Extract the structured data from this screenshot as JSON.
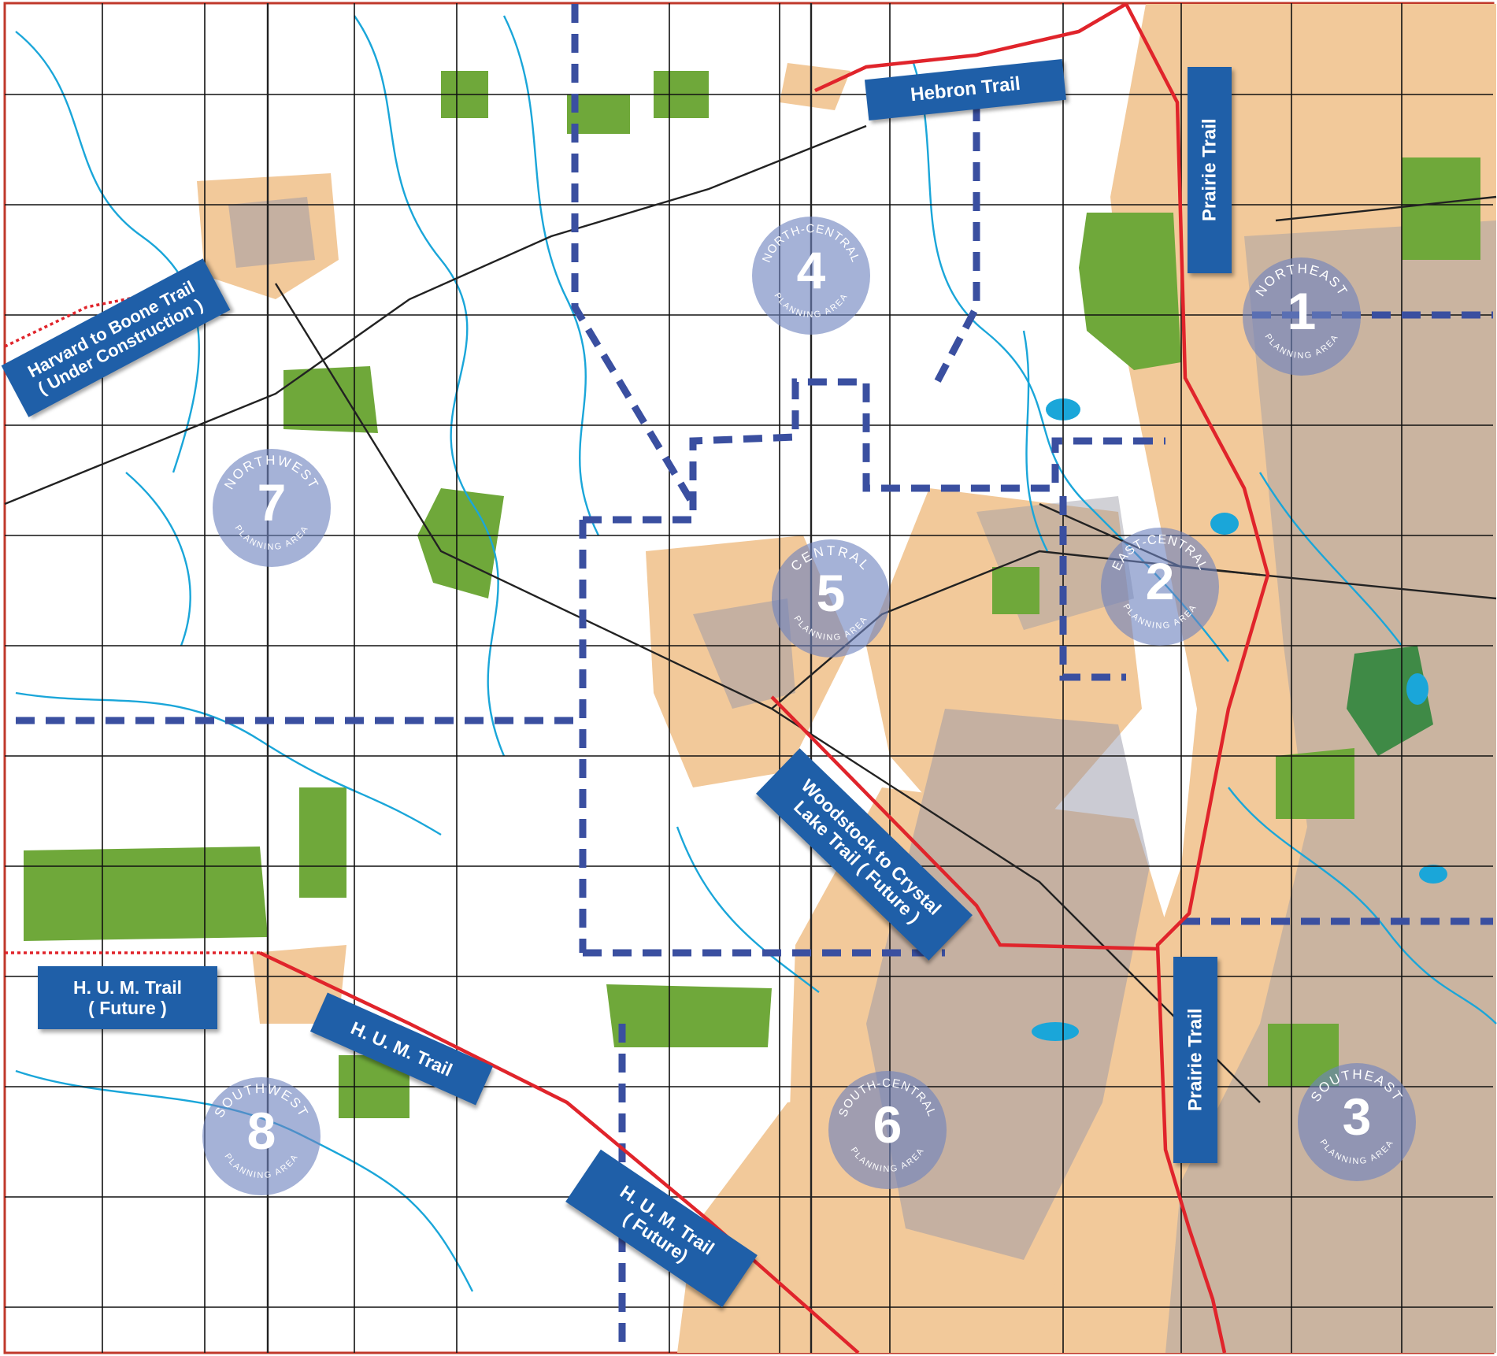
{
  "colors": {
    "background": "#ffffff",
    "county_border": "#c0392b",
    "trail_existing": "#e0242b",
    "planning_area_boundary": "#3a4fa0",
    "urban_area": "#f2c99a",
    "developed": "#9a9aa8",
    "open_space": "#6fa83a",
    "forest": "#3f8a46",
    "water": "#1aa6d9",
    "road": "#111111",
    "label_fill": "#1f5fa8",
    "planning_circle": "#7a8cc4"
  },
  "trails": {
    "hebron": "Hebron Trail",
    "prairie_north": "Prairie Trail",
    "prairie_south": "Prairie Trail",
    "harvard_line1": "Harvard to Boone Trail",
    "harvard_line2": "( Under Construction )",
    "woodstock_line1": "Woodstock to Crystal",
    "woodstock_line2": "Lake Trail ( Future )",
    "hum_west_line1": "H. U. M. Trail",
    "hum_west_line2": "( Future )",
    "hum_mid": "H. U. M. Trail",
    "hum_se_line1": "H. U. M. Trail",
    "hum_se_line2": "( Future)"
  },
  "planning_areas": [
    {
      "number": "1",
      "name": "NORTHEAST",
      "sub": "PLANNING AREA"
    },
    {
      "number": "2",
      "name": "EAST-CENTRAL",
      "sub": "PLANNING AREA"
    },
    {
      "number": "3",
      "name": "SOUTHEAST",
      "sub": "PLANNING AREA"
    },
    {
      "number": "4",
      "name": "NORTH-CENTRAL",
      "sub": "PLANNING AREA"
    },
    {
      "number": "5",
      "name": "CENTRAL",
      "sub": "PLANNING AREA"
    },
    {
      "number": "6",
      "name": "SOUTH-CENTRAL",
      "sub": "PLANNING AREA"
    },
    {
      "number": "7",
      "name": "NORTHWEST",
      "sub": "PLANNING AREA"
    },
    {
      "number": "8",
      "name": "SOUTHWEST",
      "sub": "PLANNING AREA"
    }
  ]
}
